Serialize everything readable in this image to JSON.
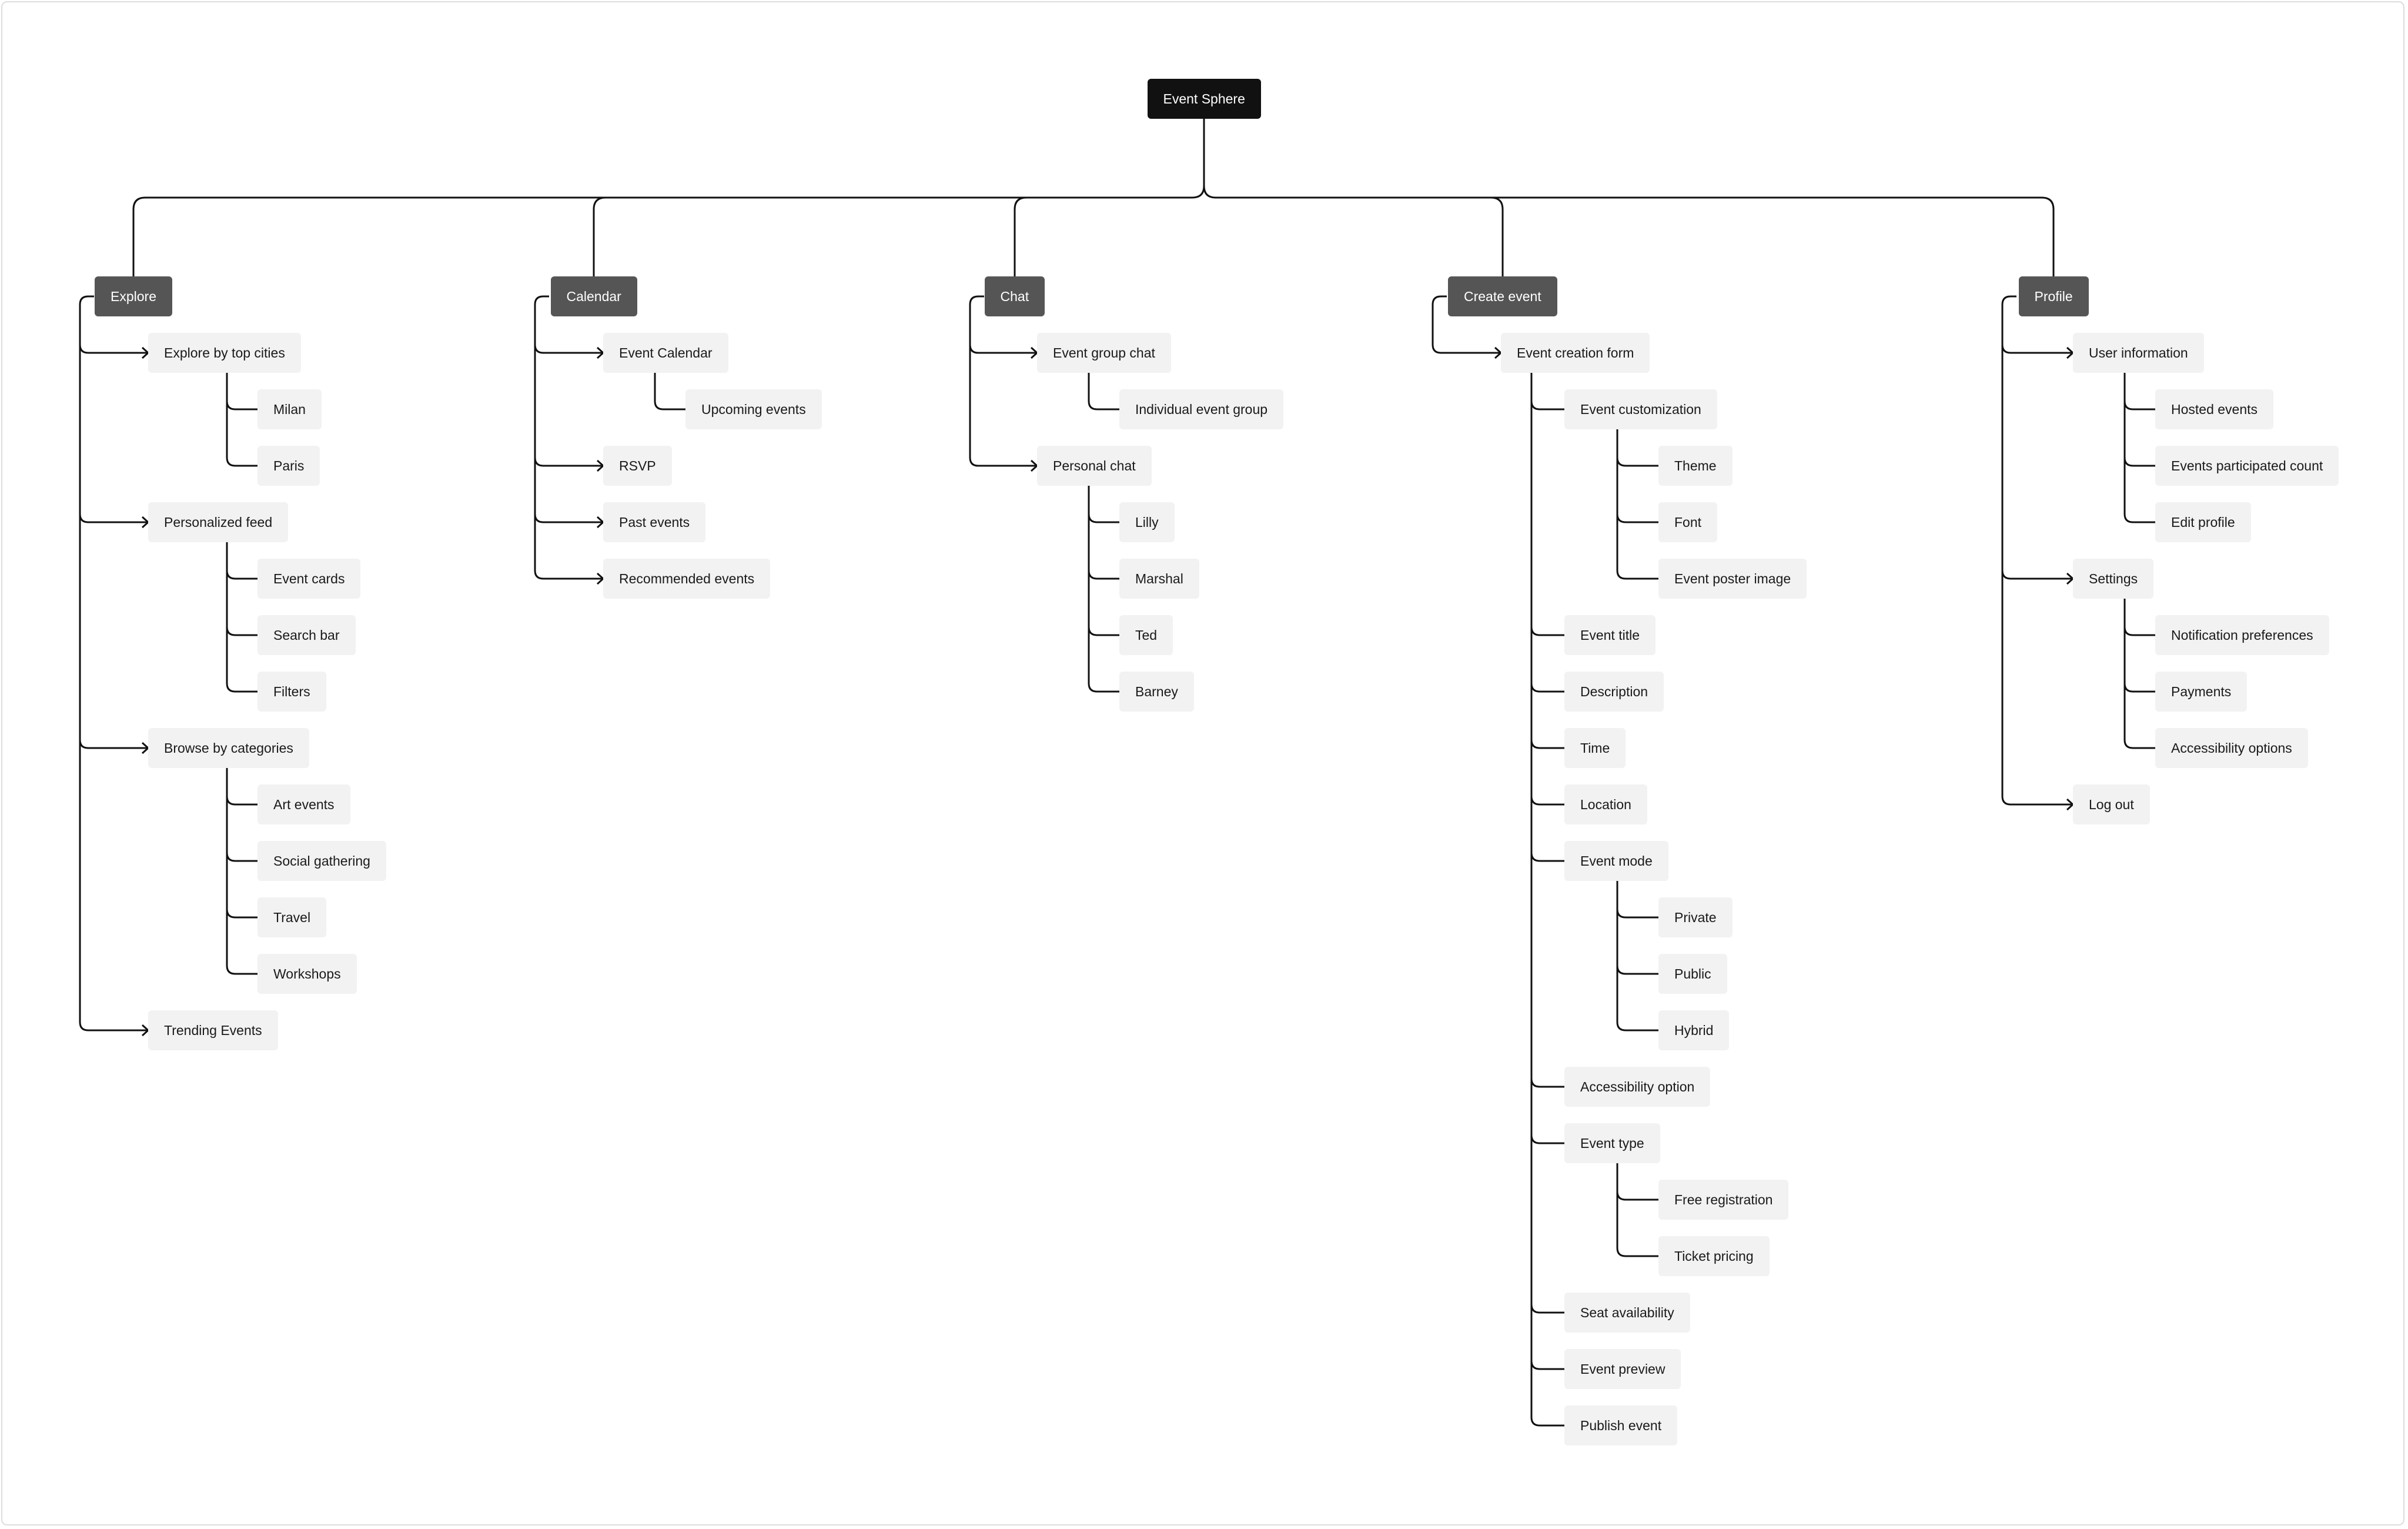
{
  "root": "Event Sphere",
  "sections": [
    {
      "label": "Explore",
      "children": [
        {
          "label": "Explore by top cities",
          "children": [
            {
              "label": "Milan"
            },
            {
              "label": "Paris"
            }
          ]
        },
        {
          "label": "Personalized feed",
          "children": [
            {
              "label": "Event cards"
            },
            {
              "label": "Search bar"
            },
            {
              "label": "Filters"
            }
          ]
        },
        {
          "label": "Browse by categories",
          "children": [
            {
              "label": "Art events"
            },
            {
              "label": "Social gathering"
            },
            {
              "label": "Travel"
            },
            {
              "label": "Workshops"
            }
          ]
        },
        {
          "label": "Trending Events"
        }
      ]
    },
    {
      "label": "Calendar",
      "children": [
        {
          "label": "Event Calendar",
          "children": [
            {
              "label": "Upcoming events"
            }
          ]
        },
        {
          "label": "RSVP"
        },
        {
          "label": "Past events"
        },
        {
          "label": "Recommended events"
        }
      ]
    },
    {
      "label": "Chat",
      "children": [
        {
          "label": "Event group chat",
          "children": [
            {
              "label": "Individual event group"
            }
          ]
        },
        {
          "label": "Personal chat",
          "children": [
            {
              "label": "Lilly"
            },
            {
              "label": "Marshal"
            },
            {
              "label": "Ted"
            },
            {
              "label": "Barney"
            }
          ]
        }
      ]
    },
    {
      "label": "Create event",
      "children": [
        {
          "label": "Event creation form",
          "children": [
            {
              "label": "Event customization",
              "children": [
                {
                  "label": "Theme"
                },
                {
                  "label": "Font"
                },
                {
                  "label": "Event poster image"
                }
              ]
            },
            {
              "label": "Event title"
            },
            {
              "label": "Description"
            },
            {
              "label": "Time"
            },
            {
              "label": "Location"
            },
            {
              "label": "Event mode",
              "children": [
                {
                  "label": "Private"
                },
                {
                  "label": "Public"
                },
                {
                  "label": "Hybrid"
                }
              ]
            },
            {
              "label": "Accessibility option"
            },
            {
              "label": "Event type",
              "children": [
                {
                  "label": "Free registration"
                },
                {
                  "label": "Ticket pricing"
                }
              ]
            },
            {
              "label": "Seat availability"
            },
            {
              "label": "Event preview"
            },
            {
              "label": "Publish event"
            }
          ]
        }
      ]
    },
    {
      "label": "Profile",
      "children": [
        {
          "label": "User information",
          "children": [
            {
              "label": "Hosted events"
            },
            {
              "label": "Events participated count"
            },
            {
              "label": "Edit profile"
            }
          ]
        },
        {
          "label": "Settings",
          "children": [
            {
              "label": "Notification preferences"
            },
            {
              "label": "Payments"
            },
            {
              "label": "Accessibility options"
            }
          ]
        },
        {
          "label": "Log out"
        }
      ]
    }
  ]
}
